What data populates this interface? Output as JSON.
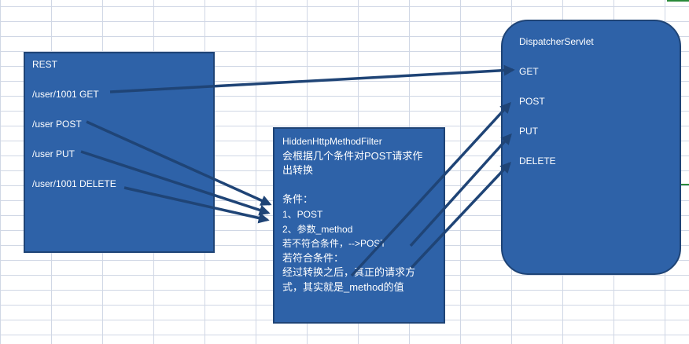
{
  "rest": {
    "title": "REST",
    "items": [
      "/user/1001  GET",
      "/user  POST",
      "/user  PUT",
      "/user/1001  DELETE"
    ]
  },
  "filter": {
    "title": "HiddenHttpMethodFilter",
    "lines": [
      "会根据几个条件对POST请求作",
      "出转换",
      "",
      "条件：",
      "1、POST",
      "2、参数_method",
      "若不符合条件，-->POST",
      "若符合条件：",
      "经过转换之后，真正的请求方",
      "式，其实就是_method的值"
    ]
  },
  "dispatcher": {
    "title": "DispatcherServlet",
    "items": [
      "GET",
      "POST",
      "PUT",
      "DELETE"
    ]
  },
  "colors": {
    "box_fill": "#2e62a8",
    "box_border": "#1f4476",
    "arrow": "#1f4476",
    "grid": "#d0d7e5"
  }
}
